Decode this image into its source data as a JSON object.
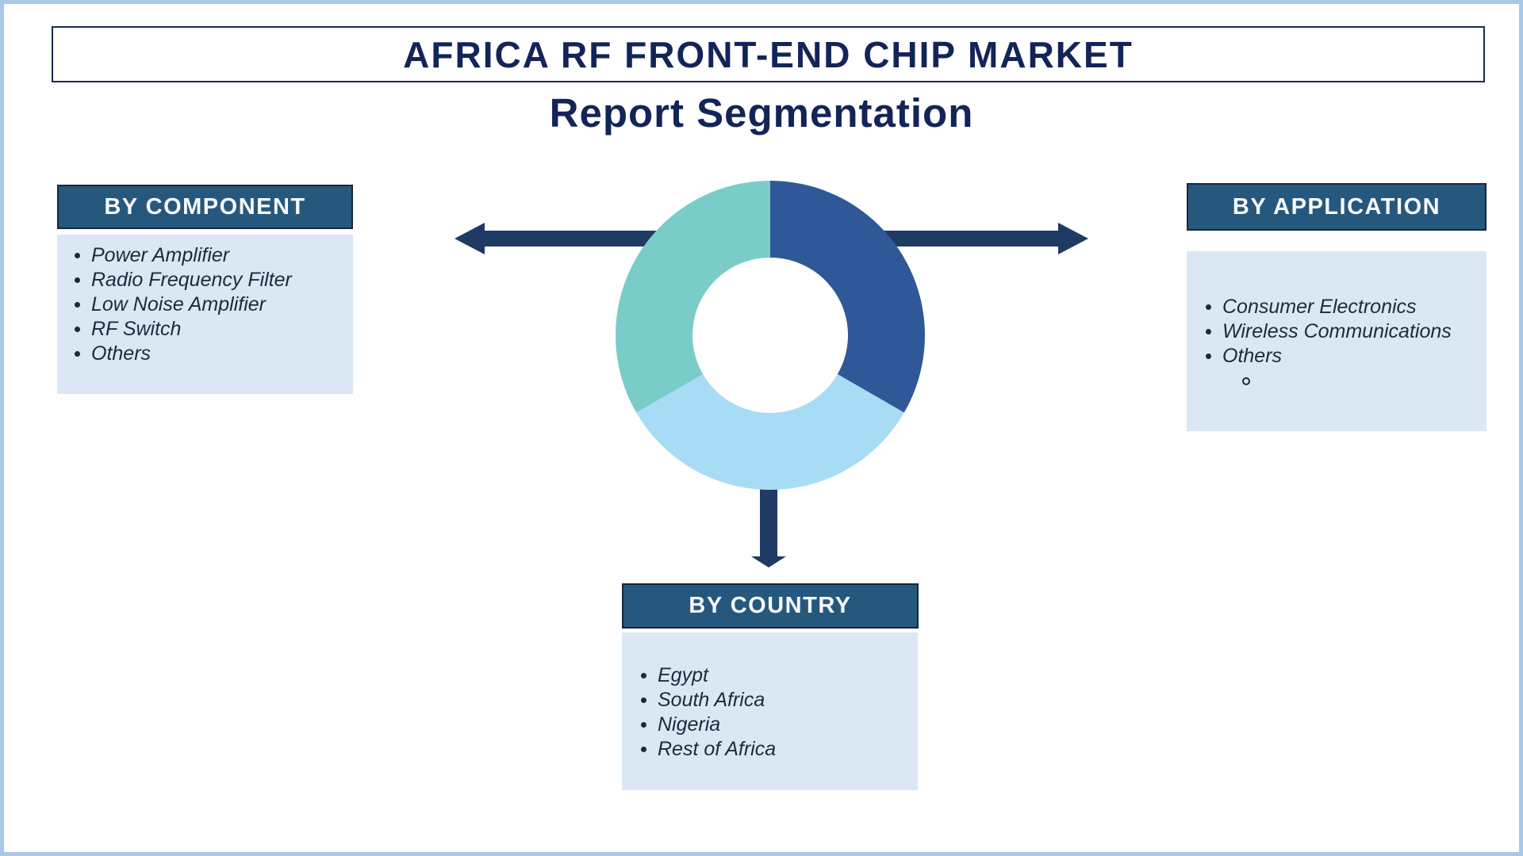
{
  "page": {
    "title": "AFRICA RF FRONT-END CHIP MARKET",
    "subtitle": "Report Segmentation"
  },
  "sections": {
    "component": {
      "header": "BY COMPONENT",
      "items": [
        "Power Amplifier",
        "Radio Frequency Filter",
        "Low Noise Amplifier",
        "RF Switch",
        "Others"
      ]
    },
    "application": {
      "header": "BY APPLICATION",
      "items": [
        "Consumer Electronics",
        "Wireless Communications",
        "Others"
      ],
      "has_empty_sub_bullet": true
    },
    "country": {
      "header": "BY COUNTRY",
      "items": [
        "Egypt",
        "South Africa",
        "Nigeria",
        "Rest of Africa"
      ]
    }
  },
  "colors": {
    "navy_text": "#132459",
    "title_box_border": "#1C2A50",
    "header_fill": "#26587E",
    "header_border": "#15273F",
    "arrow": "#1F3A63",
    "list_bg": "#DBE8F4",
    "list_text": "#1B2B3C",
    "page_border": "#A9C7E9",
    "donut_dark_blue": "#2F5898",
    "donut_light_blue": "#A8DCF5",
    "donut_teal": "#7ACCC8",
    "donut_hole": "#FFFFFF"
  },
  "chart_data": {
    "type": "pie",
    "variant": "donut",
    "inner_radius_ratio": 0.5,
    "start_angle_deg_from_top": 0,
    "direction": "clockwise",
    "title": "",
    "legend": "none",
    "data_labels": "none",
    "slices": [
      {
        "label": "",
        "value": 33.33,
        "color": "#2F5898"
      },
      {
        "label": "",
        "value": 33.33,
        "color": "#A8DCF5"
      },
      {
        "label": "",
        "value": 33.33,
        "color": "#7ACCC8"
      }
    ]
  }
}
